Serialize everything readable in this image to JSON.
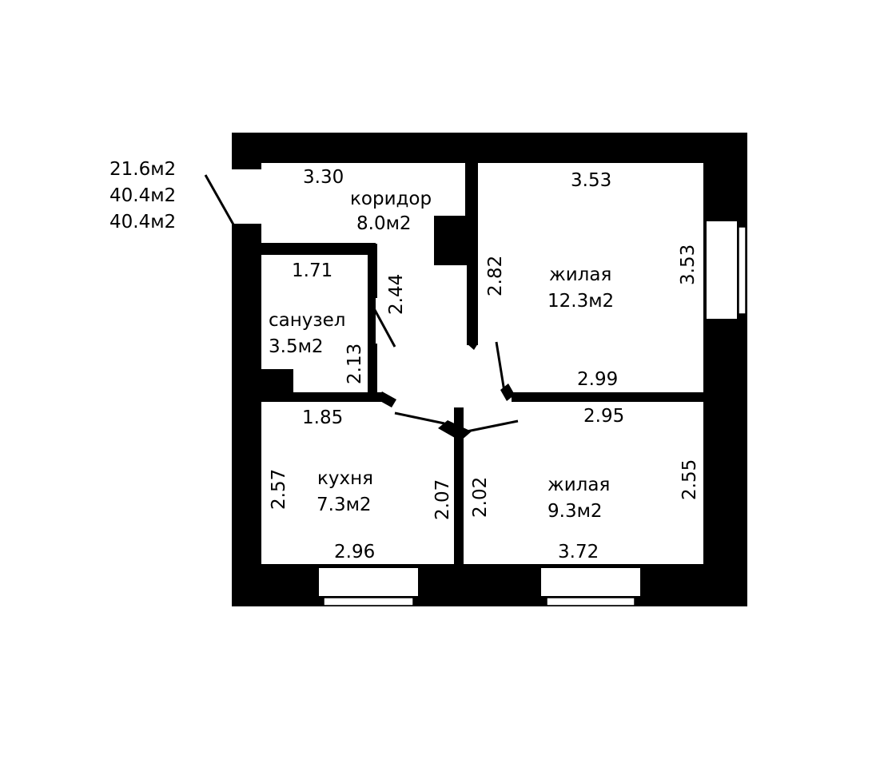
{
  "colors": {
    "wall": "#000000",
    "floor": "#ffffff",
    "text": "#000000"
  },
  "totals": {
    "living_area": "21.6м2",
    "total_area": "40.4м2",
    "total_area_2": "40.4м2"
  },
  "rooms": {
    "corridor": {
      "name": "коридор",
      "area": "8.0м2",
      "dim_width": "3.30"
    },
    "living_1": {
      "name": "жилая",
      "area": "12.3м2",
      "dim_top": "3.53",
      "dim_right": "3.53",
      "dim_left": "2.82",
      "dim_bottom": "2.99"
    },
    "bathroom": {
      "name": "санузел",
      "area": "3.5м2",
      "dim_top": "1.71",
      "dim_right_upper": "2.44",
      "dim_right_lower": "2.13"
    },
    "kitchen": {
      "name": "кухня",
      "area": "7.3м2",
      "dim_top": "1.85",
      "dim_left": "2.57",
      "dim_right": "2.07",
      "dim_bottom": "2.96"
    },
    "living_2": {
      "name": "жилая",
      "area": "9.3м2",
      "dim_top": "2.95",
      "dim_left": "2.02",
      "dim_right": "2.55",
      "dim_bottom": "3.72"
    }
  }
}
